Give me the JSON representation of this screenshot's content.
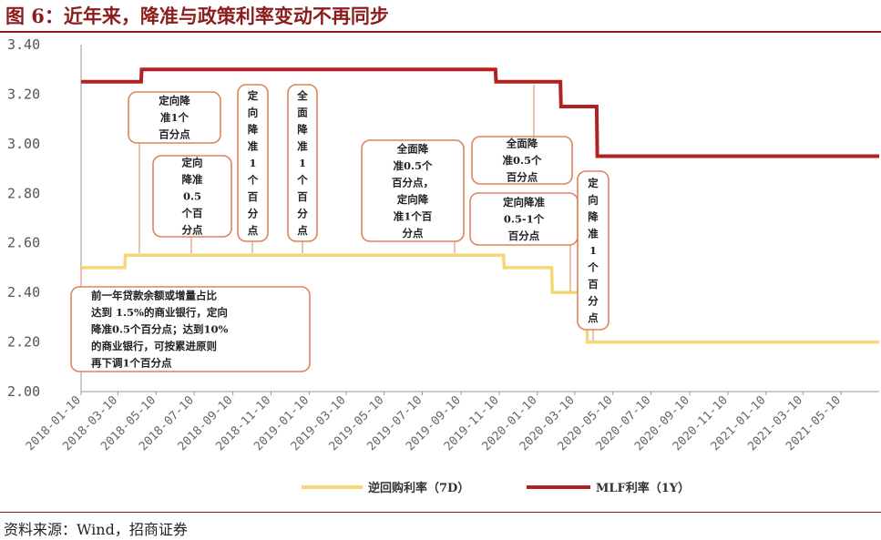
{
  "title": "图 6：近年来，降准与政策利率变动不再同步",
  "source": "资料来源：Wind，招商证券",
  "colors": {
    "mlf": "#b32222",
    "reverse_repo": "#f6d778",
    "annotation_border": "#e0835a",
    "title": "#8c1d1d"
  },
  "chart_data": {
    "type": "line",
    "ylim": [
      2.0,
      3.4
    ],
    "yticks": [
      "2.00",
      "2.20",
      "2.40",
      "2.60",
      "2.80",
      "3.00",
      "3.20",
      "3.40"
    ],
    "xlim": [
      "2018-01-10",
      "2021-07-10"
    ],
    "xticks": [
      "2018-01-10",
      "2018-03-10",
      "2018-05-10",
      "2018-07-10",
      "2018-09-10",
      "2018-11-10",
      "2019-01-10",
      "2019-03-10",
      "2019-05-10",
      "2019-07-10",
      "2019-09-10",
      "2019-11-10",
      "2020-01-10",
      "2020-03-10",
      "2020-05-10",
      "2020-07-10",
      "2020-09-10",
      "2020-11-10",
      "2021-01-10",
      "2021-03-10",
      "2021-05-10"
    ],
    "series": [
      {
        "name": "逆回购利率（7D）",
        "color": "#f6d778",
        "points": [
          [
            "2018-01-10",
            2.5
          ],
          [
            "2018-03-21",
            2.5
          ],
          [
            "2018-03-22",
            2.55
          ],
          [
            "2019-11-17",
            2.55
          ],
          [
            "2019-11-18",
            2.5
          ],
          [
            "2020-02-02",
            2.5
          ],
          [
            "2020-02-03",
            2.4
          ],
          [
            "2020-03-29",
            2.4
          ],
          [
            "2020-03-30",
            2.2
          ],
          [
            "2021-07-10",
            2.2
          ]
        ]
      },
      {
        "name": "MLF利率（1Y）",
        "color": "#b32222",
        "points": [
          [
            "2018-01-10",
            3.25
          ],
          [
            "2018-04-16",
            3.25
          ],
          [
            "2018-04-17",
            3.3
          ],
          [
            "2019-11-04",
            3.3
          ],
          [
            "2019-11-05",
            3.25
          ],
          [
            "2020-02-16",
            3.25
          ],
          [
            "2020-02-17",
            3.15
          ],
          [
            "2020-04-14",
            3.15
          ],
          [
            "2020-04-15",
            2.95
          ],
          [
            "2021-07-10",
            2.95
          ]
        ]
      }
    ],
    "annotations": [
      {
        "lines": [
          "定向降",
          "准1个",
          "百分点"
        ]
      },
      {
        "lines": [
          "定向",
          "降准",
          "0.5",
          "个百",
          "分点"
        ]
      },
      {
        "lines": [
          "定",
          "向",
          "降",
          "准",
          "1",
          "个",
          "百",
          "分",
          "点"
        ]
      },
      {
        "lines": [
          "全",
          "面",
          "降",
          "准",
          "1",
          "个",
          "百",
          "分",
          "点"
        ]
      },
      {
        "lines": [
          "全面降",
          "准0.5个",
          "百分点，",
          "定向降",
          "准1个百",
          "分点"
        ]
      },
      {
        "lines": [
          "全面降",
          "准0.5个",
          "百分点"
        ]
      },
      {
        "lines": [
          "定向降准",
          "0.5-1个",
          "百分点"
        ]
      },
      {
        "lines": [
          "定",
          "向",
          "降",
          "准",
          "1",
          "个",
          "百",
          "分",
          "点"
        ]
      },
      {
        "lines": [
          "前一年贷款余额或增量占比",
          "达到 1.5%的商业银行，定向",
          "降准0.5个百分点；达到10%",
          "的商业银行，可按累进原则",
          "再下调1个百分点"
        ]
      }
    ],
    "legend": [
      "逆回购利率（7D）",
      "MLF利率（1Y）"
    ],
    "legend_position": "bottom"
  }
}
